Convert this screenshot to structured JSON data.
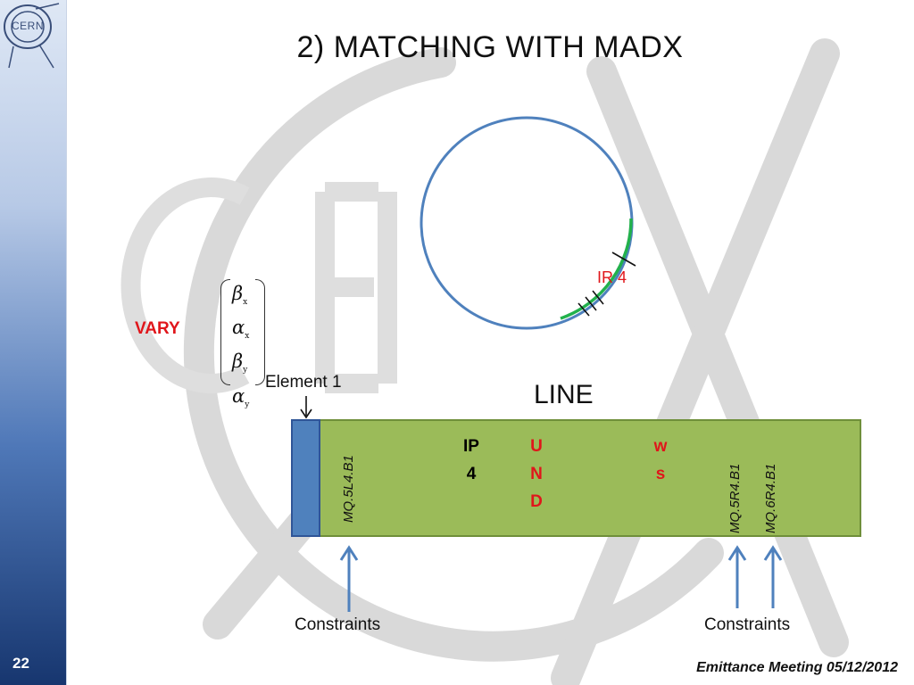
{
  "slide": {
    "title": "2) MATCHING WITH MADX",
    "page_number": "22",
    "footer": "Emittance Meeting 05/12/2012",
    "logo_text": "CERN"
  },
  "colors": {
    "bar_fill": "#9bbb59",
    "bar_border": "#6f8f3a",
    "element_fill": "#4f81bd",
    "ring_stroke": "#4f81bd",
    "ring_section": "#22b14c",
    "red_text": "#e0161b",
    "arrow": "#4f81bd"
  },
  "ring": {
    "ir_label": "IR 4"
  },
  "vary": {
    "label": "VARY",
    "vector": [
      {
        "symbol": "β",
        "sub": "x"
      },
      {
        "symbol": "α",
        "sub": "x"
      },
      {
        "symbol": "β",
        "sub": "y"
      },
      {
        "symbol": "α",
        "sub": "y"
      }
    ]
  },
  "line": {
    "label": "LINE",
    "element1_label": "Element 1",
    "magnets": {
      "left": "MQ.5L4.B1",
      "right_1": "MQ.5R4.B1",
      "right_2": "MQ.6R4.B1"
    },
    "ip": [
      "IP",
      "4"
    ],
    "und": [
      "U",
      "N",
      "D"
    ],
    "ws": [
      "w",
      "s"
    ]
  },
  "constraints": {
    "left_label": "Constraints",
    "right_label": "Constraints"
  }
}
